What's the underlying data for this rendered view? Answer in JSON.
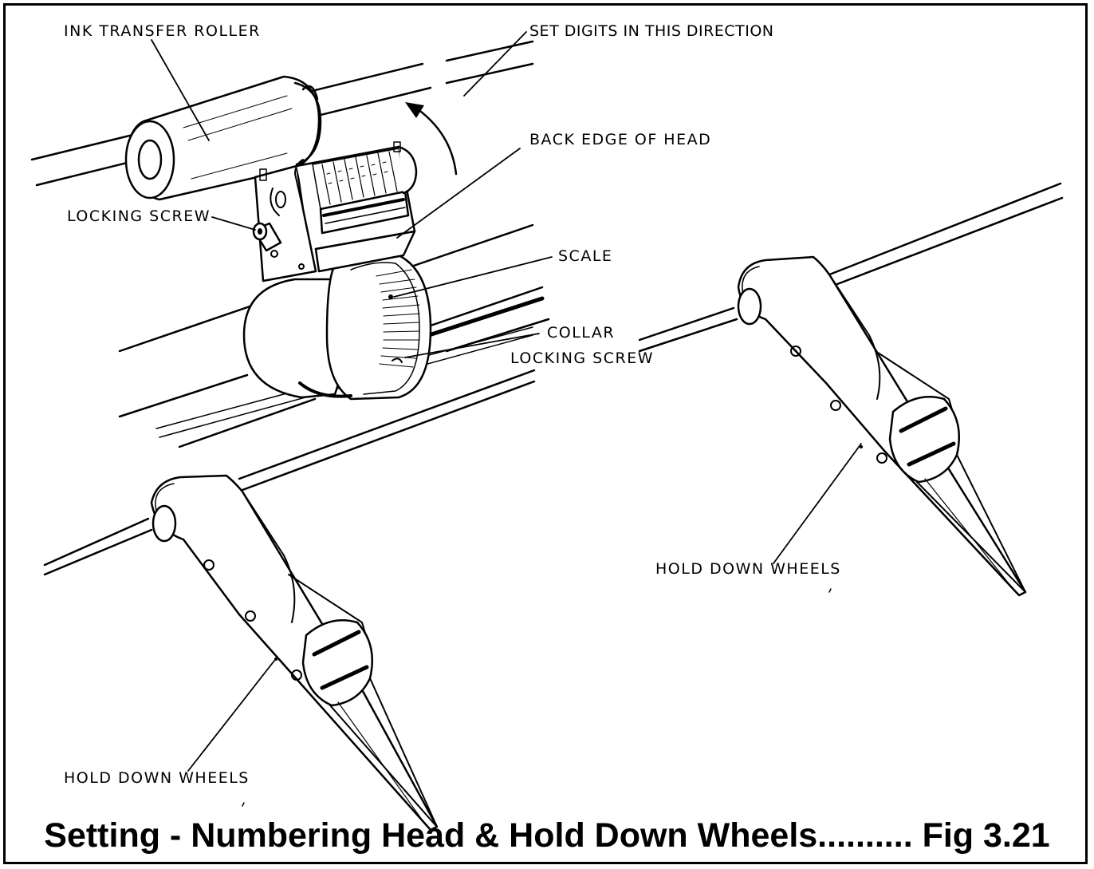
{
  "labels": {
    "ink_transfer_roller": "INK TRANSFER ROLLER",
    "set_digits": "SET DIGITS IN THIS DIRECTION",
    "back_edge_of_head": "BACK EDGE OF HEAD",
    "locking_screw_head": "LOCKING SCREW",
    "scale": "SCALE",
    "collar": "COLLAR",
    "locking_screw_collar": "LOCKING SCREW",
    "hold_down_wheels_left": "HOLD DOWN WHEELS",
    "hold_down_wheels_right": "HOLD DOWN WHEELS"
  },
  "caption": "Setting - Numbering Head & Hold Down Wheels.......... Fig 3.21",
  "colors": {
    "ink": "#000000",
    "paper": "#ffffff"
  }
}
